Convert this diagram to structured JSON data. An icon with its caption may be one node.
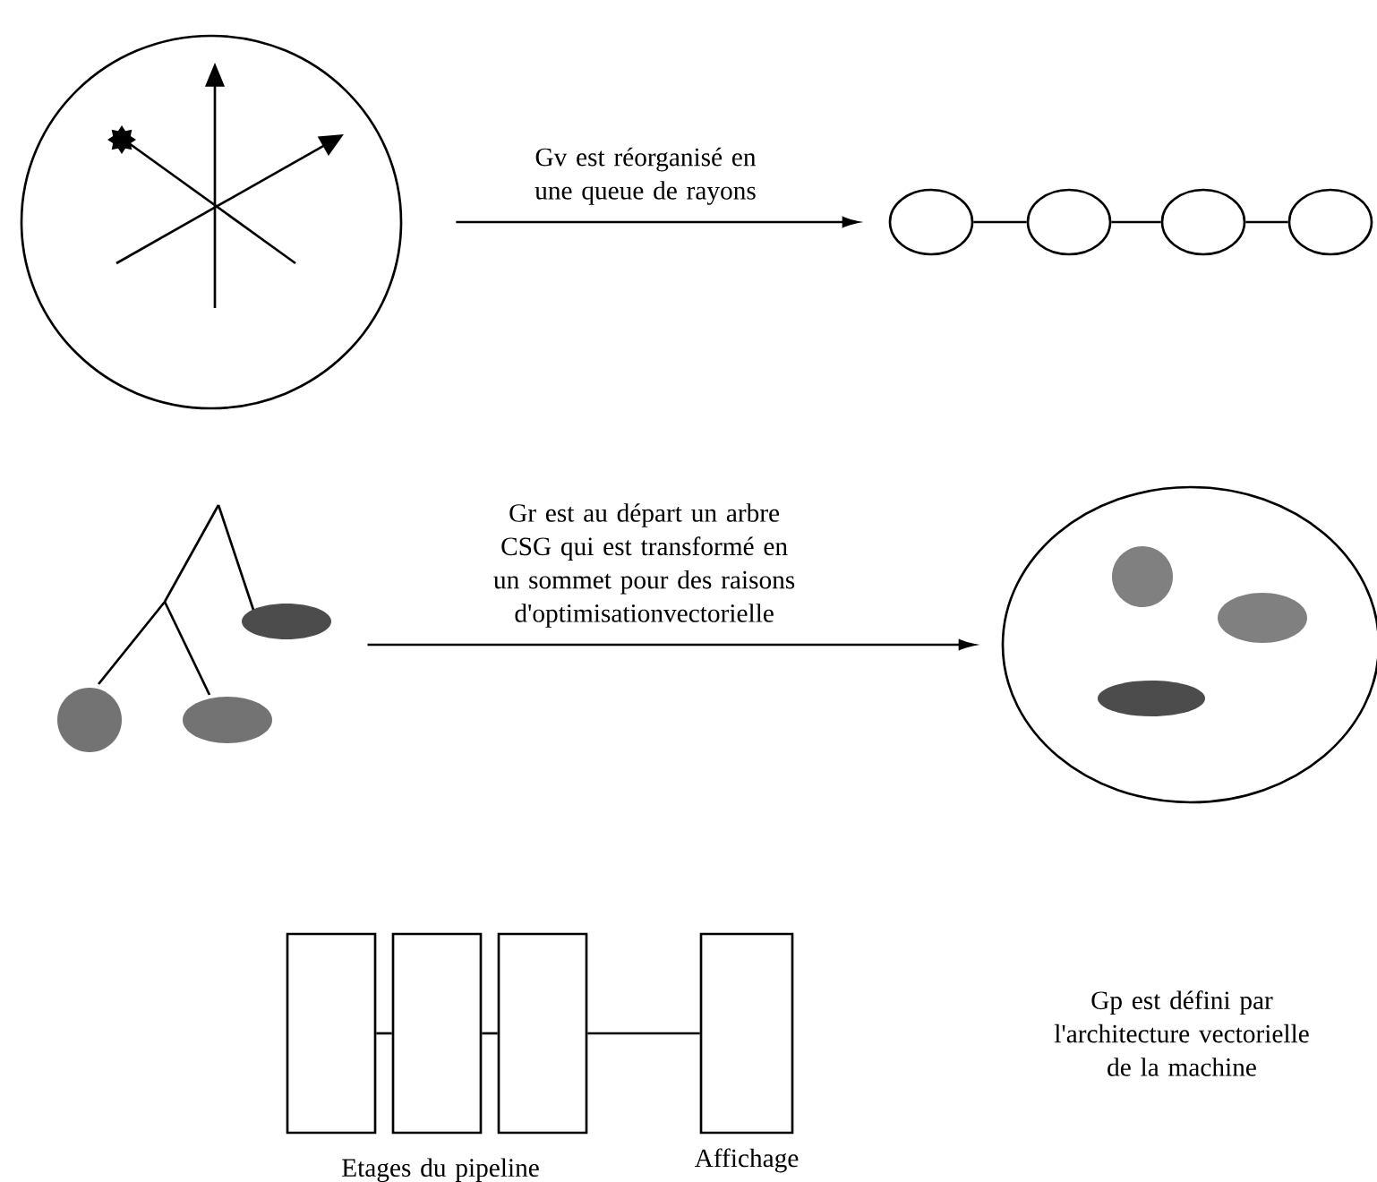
{
  "diagram": {
    "nodes": [
      {
        "text": [],
        "shape": "circle"
      },
      {
        "text": [],
        "shape": "circle"
      },
      {
        "text": [],
        "shape": "circle"
      },
      {
        "text": [],
        "shape": "circle"
      },
      {
        "text": [],
        "shape": "circle"
      },
      {
        "text": [],
        "shape": "tree"
      },
      {
        "text": [],
        "shape": "circle"
      },
      {
        "text": [],
        "shape": "box"
      },
      {
        "text": [],
        "shape": "box"
      },
      {
        "text": [],
        "shape": "box"
      },
      {
        "text": [],
        "shape": "box",
        "beside": [
          "Affichage"
        ]
      }
    ],
    "edges": [
      {
        "from": 0,
        "to": 1,
        "arrow": "to",
        "label": "Gv est réorganisé en une queue de rayons"
      },
      {
        "from": 1,
        "to": 2,
        "arrow": "none"
      },
      {
        "from": 2,
        "to": 3,
        "arrow": "none"
      },
      {
        "from": 3,
        "to": 4,
        "arrow": "none"
      },
      {
        "from": 5,
        "to": 6,
        "arrow": "to",
        "label": "Gr est au départ un arbre CSG qui est transformé en un sommet pour des raisons d'optimisationvectorielle"
      },
      {
        "from": 7,
        "to": 8,
        "arrow": "none"
      },
      {
        "from": 8,
        "to": 9,
        "arrow": "none"
      },
      {
        "from": 9,
        "to": 10,
        "arrow": "none"
      }
    ],
    "labels": [
      "Etages du pipeline",
      "Gp est défini par l'architecture vectorielle de la machine"
    ]
  }
}
